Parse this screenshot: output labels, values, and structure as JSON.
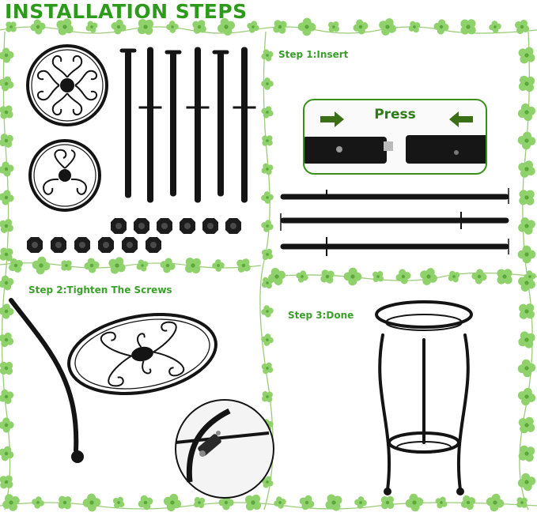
{
  "title": "INSTALLATION STEPS",
  "steps": {
    "step1": "Step 1:Insert",
    "step2": "Step 2:Tighten The Screws",
    "step3": "Step 3:Done"
  },
  "press_label": "Press",
  "colors": {
    "title": "#2e9a1c",
    "step_text": "#3aa02a",
    "vine": "#7bc043",
    "clover": "#8fd16a",
    "metal": "#141414",
    "arrow": "#3a6f16"
  },
  "icons": {
    "press_left_arrow": "arrow-right-icon",
    "press_right_arrow": "arrow-left-icon",
    "decor": "clover-icon"
  }
}
